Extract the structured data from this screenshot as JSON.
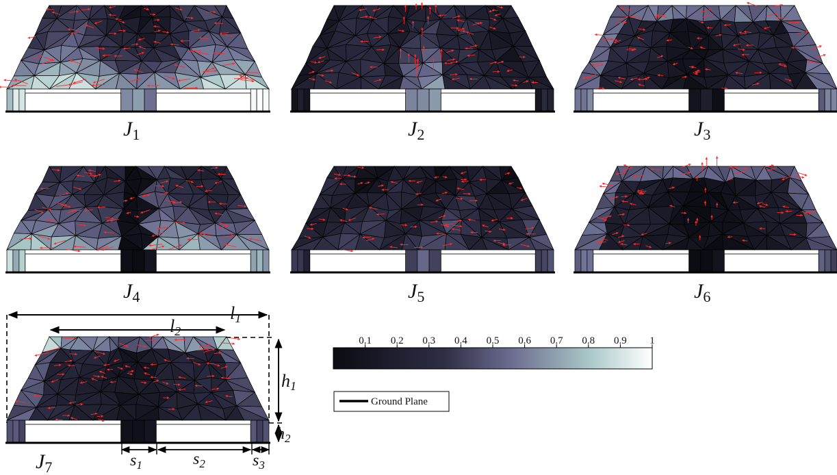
{
  "panels": [
    {
      "id": "J1",
      "main": "J",
      "sub": "1",
      "seed": 11,
      "profile": "j1"
    },
    {
      "id": "J2",
      "main": "J",
      "sub": "2",
      "seed": 23,
      "profile": "j2"
    },
    {
      "id": "J3",
      "main": "J",
      "sub": "3",
      "seed": 37,
      "profile": "j3"
    },
    {
      "id": "J4",
      "main": "J",
      "sub": "4",
      "seed": 41,
      "profile": "j4"
    },
    {
      "id": "J5",
      "main": "J",
      "sub": "5",
      "seed": 53,
      "profile": "j5"
    },
    {
      "id": "J6",
      "main": "J",
      "sub": "6",
      "seed": 67,
      "profile": "j6"
    },
    {
      "id": "J7",
      "main": "J",
      "sub": "7",
      "seed": 79,
      "profile": "j7"
    }
  ],
  "dimensions": {
    "l1": {
      "main": "l",
      "sub": "1"
    },
    "l2": {
      "main": "l",
      "sub": "2"
    },
    "h1": {
      "main": "h",
      "sub": "1"
    },
    "h2": {
      "main": "h",
      "sub": "2"
    },
    "s1": {
      "main": "s",
      "sub": "1"
    },
    "s2": {
      "main": "s",
      "sub": "2"
    },
    "s3": {
      "main": "s",
      "sub": "3"
    }
  },
  "colorbar": {
    "ticks": [
      "0.1",
      "0.2",
      "0.3",
      "0.4",
      "0.5",
      "0.6",
      "0.7",
      "0.8",
      "0.9",
      "1"
    ],
    "color_low": "#0b0b12",
    "color_mid": "#55557a",
    "color_high": "#ffffff"
  },
  "legend": {
    "label": "Ground Plane",
    "line_color": "#000000"
  },
  "colors": {
    "arrow": "#ff2a2a",
    "mesh_edge": "#000000",
    "dimension_line": "#000000"
  }
}
